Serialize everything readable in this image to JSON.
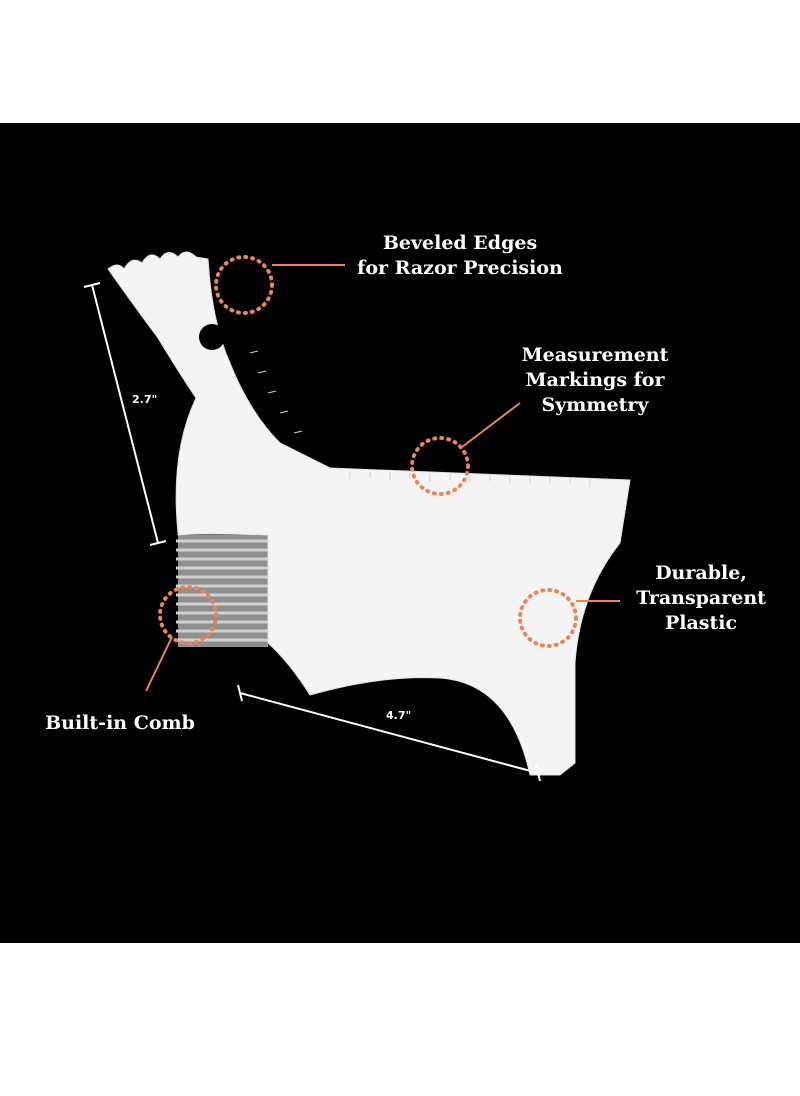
{
  "callouts": {
    "beveled": {
      "line1": "Beveled Edges",
      "line2": "for Razor Precision"
    },
    "measurement": {
      "line1": "Measurement",
      "line2": "Markings for",
      "line3": "Symmetry"
    },
    "durable": {
      "line1": "Durable,",
      "line2": "Transparent",
      "line3": "Plastic"
    },
    "comb": {
      "line1": "Built-in Comb"
    }
  },
  "dimensions": {
    "height": "2.7\"",
    "width": "4.7\""
  },
  "colors": {
    "background": "#000000",
    "accent": "#e8865a",
    "tool": "#f4f4f4",
    "comb": "#b9b9b9"
  }
}
